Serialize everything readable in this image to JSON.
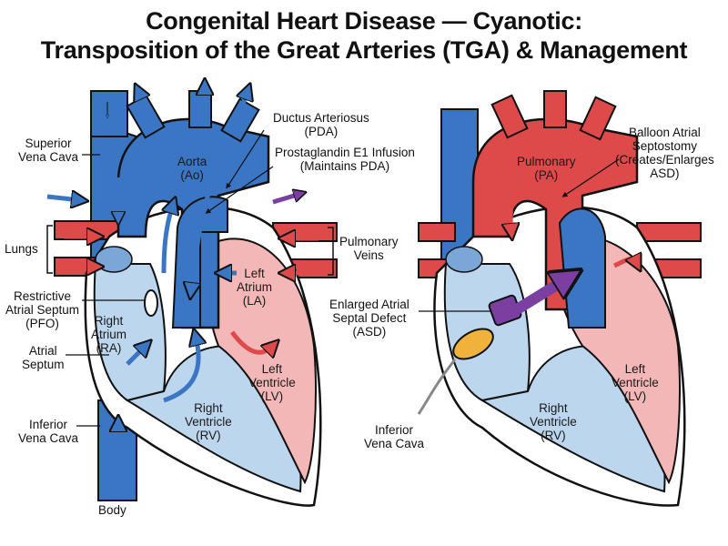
{
  "title": {
    "line1": "Congenital Heart Disease — Cyanotic:",
    "line2": "Transposition of the Great Arteries (TGA) & Management"
  },
  "left": {
    "superior_vena_cava": [
      "Superior",
      "Vena Cava"
    ],
    "aorta": [
      "Aorta",
      "(Ao)"
    ],
    "ductus": [
      "Ductus Arteriosus",
      "(PDA)"
    ],
    "prostaglandin": [
      "Prostaglandin E1 Infusion",
      "(Maintains PDA)"
    ],
    "lungs": "Lungs",
    "pulmonary_veins": [
      "Pulmonary",
      "Veins"
    ],
    "left_atrium": [
      "Left",
      "Atrium",
      "(LA)"
    ],
    "restrictive": [
      "Restrictive",
      "Atrial Septum",
      "(PFO)"
    ],
    "right_atrium": [
      "Right",
      "Atrium",
      "(RA)"
    ],
    "atrial_septum": [
      "Atrial",
      "Septum"
    ],
    "left_ventricle": [
      "Left",
      "Ventricle",
      "(LV)"
    ],
    "right_ventricle": [
      "Right",
      "Ventricle",
      "(RV)"
    ],
    "inferior_vena_cava": [
      "Inferior",
      "Vena Cava"
    ],
    "body": "Body"
  },
  "right": {
    "pulmonary": [
      "Pulmonary",
      "(PA)"
    ],
    "balloon": [
      "Balloon Atrial",
      "Septostomy",
      "(Creates/Enlarges",
      "ASD)"
    ],
    "enlarged_asd": [
      "Enlarged Atrial",
      "Septal Defect",
      "(ASD)"
    ],
    "left_ventricle": [
      "Left",
      "Ventricle",
      "(LV)"
    ],
    "right_ventricle": [
      "Right",
      "Ventricle",
      "(RV)"
    ],
    "inferior_vena_cava": [
      "Inferior",
      "Vena Cava"
    ]
  },
  "colors": {
    "deoxygenated": "#3a76c4",
    "oxygenated": "#de4a4a",
    "right_chamber": "#bcd6ee",
    "left_chamber": "#f4b7b7",
    "mixed": "#7a3fa0",
    "balloon": "#f0b23a"
  }
}
